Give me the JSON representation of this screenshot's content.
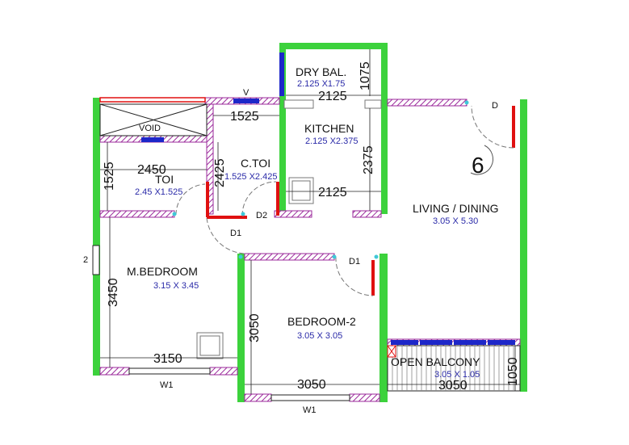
{
  "unit_number": "6",
  "colors": {
    "wall_green": "#3cd23c",
    "wall_magenta": "#9b2a9b",
    "window_blue": "#1d27c9",
    "door_red": "#e01010",
    "dim_blue": "#2a2aa8",
    "line_black": "#222222"
  },
  "rooms": {
    "dry_bal": {
      "name": "DRY BAL.",
      "size": "2.125 X1.75"
    },
    "kitchen": {
      "name": "KITCHEN",
      "size": "2.125 X2.375"
    },
    "void": {
      "name": "VOID"
    },
    "toi": {
      "name": "TOI",
      "size": "2.45 X1.525"
    },
    "ctoi": {
      "name": "C.TOI",
      "size": "1.525 X2.425"
    },
    "living": {
      "name": "LIVING / DINING",
      "size": "3.05 X 5.30"
    },
    "mbed": {
      "name": "M.BEDROOM",
      "size": "3.15 X 3.45"
    },
    "bed2": {
      "name": "BEDROOM-2",
      "size": "3.05 X 3.05"
    },
    "balcony": {
      "name": "OPEN BALCONY",
      "size": "3.05 X 1.05"
    }
  },
  "dimensions": {
    "d1075": "1075",
    "d2125_top": "2125",
    "d1525_top": "1525",
    "d2450": "2450",
    "d1525_left": "1525",
    "d2425": "2425",
    "d2375": "2375",
    "d2125_mid": "2125",
    "d3450": "3450",
    "d3150": "3150",
    "d3050_v": "3050",
    "d3050_h": "3050",
    "d1050": "1050",
    "d3050_bal": "3050"
  },
  "openings": {
    "d_living": "D",
    "d1_a": "D1",
    "d2": "D2",
    "d1_b": "D1",
    "v": "V",
    "w1_a": "W1",
    "w1_b": "W1",
    "w2": "2"
  }
}
